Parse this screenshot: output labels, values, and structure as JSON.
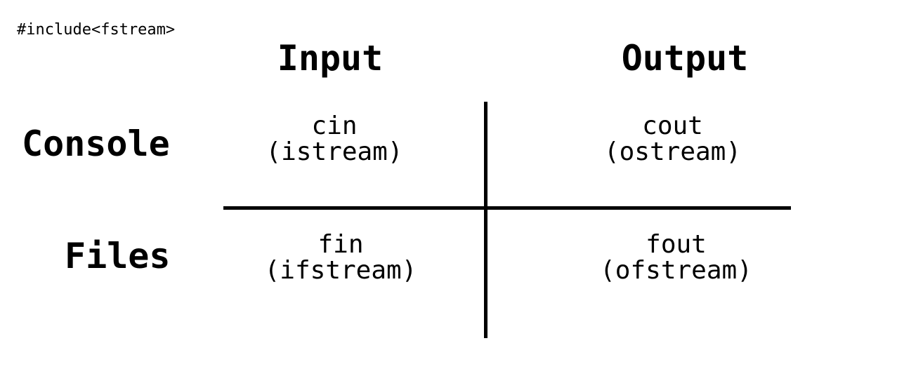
{
  "header_note": "#include<fstream>",
  "columns": {
    "input": "Input",
    "output": "Output"
  },
  "rows": {
    "console": "Console",
    "files": "Files"
  },
  "cells": {
    "console_input": {
      "object": "cin",
      "type": "(istream)"
    },
    "console_output": {
      "object": "cout",
      "type": "(ostream)"
    },
    "files_input": {
      "object": "fin",
      "type": "(ifstream)"
    },
    "files_output": {
      "object": "fout",
      "type": "(ofstream)"
    }
  }
}
